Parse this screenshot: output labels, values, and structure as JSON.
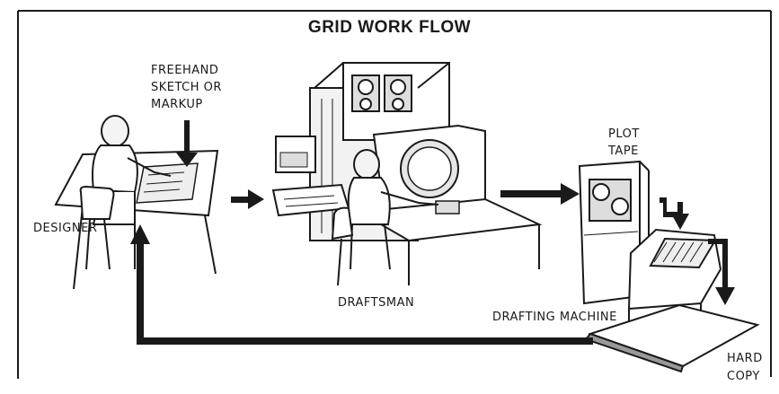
{
  "title": "GRID WORK FLOW",
  "labels": {
    "markup": [
      "FREEHAND",
      "SKETCH OR",
      "MARKUP"
    ],
    "designer": "DESIGNER",
    "draftsman": "DRAFTSMAN",
    "plot_tape": [
      "PLOT",
      "TAPE"
    ],
    "drafting_machine": "DRAFTING MACHINE",
    "hard_copy": [
      "HARD",
      "COPY"
    ]
  },
  "colors": {
    "ink": "#1a1a1a",
    "paper": "#ffffff",
    "shade": "#cfcfcf"
  }
}
